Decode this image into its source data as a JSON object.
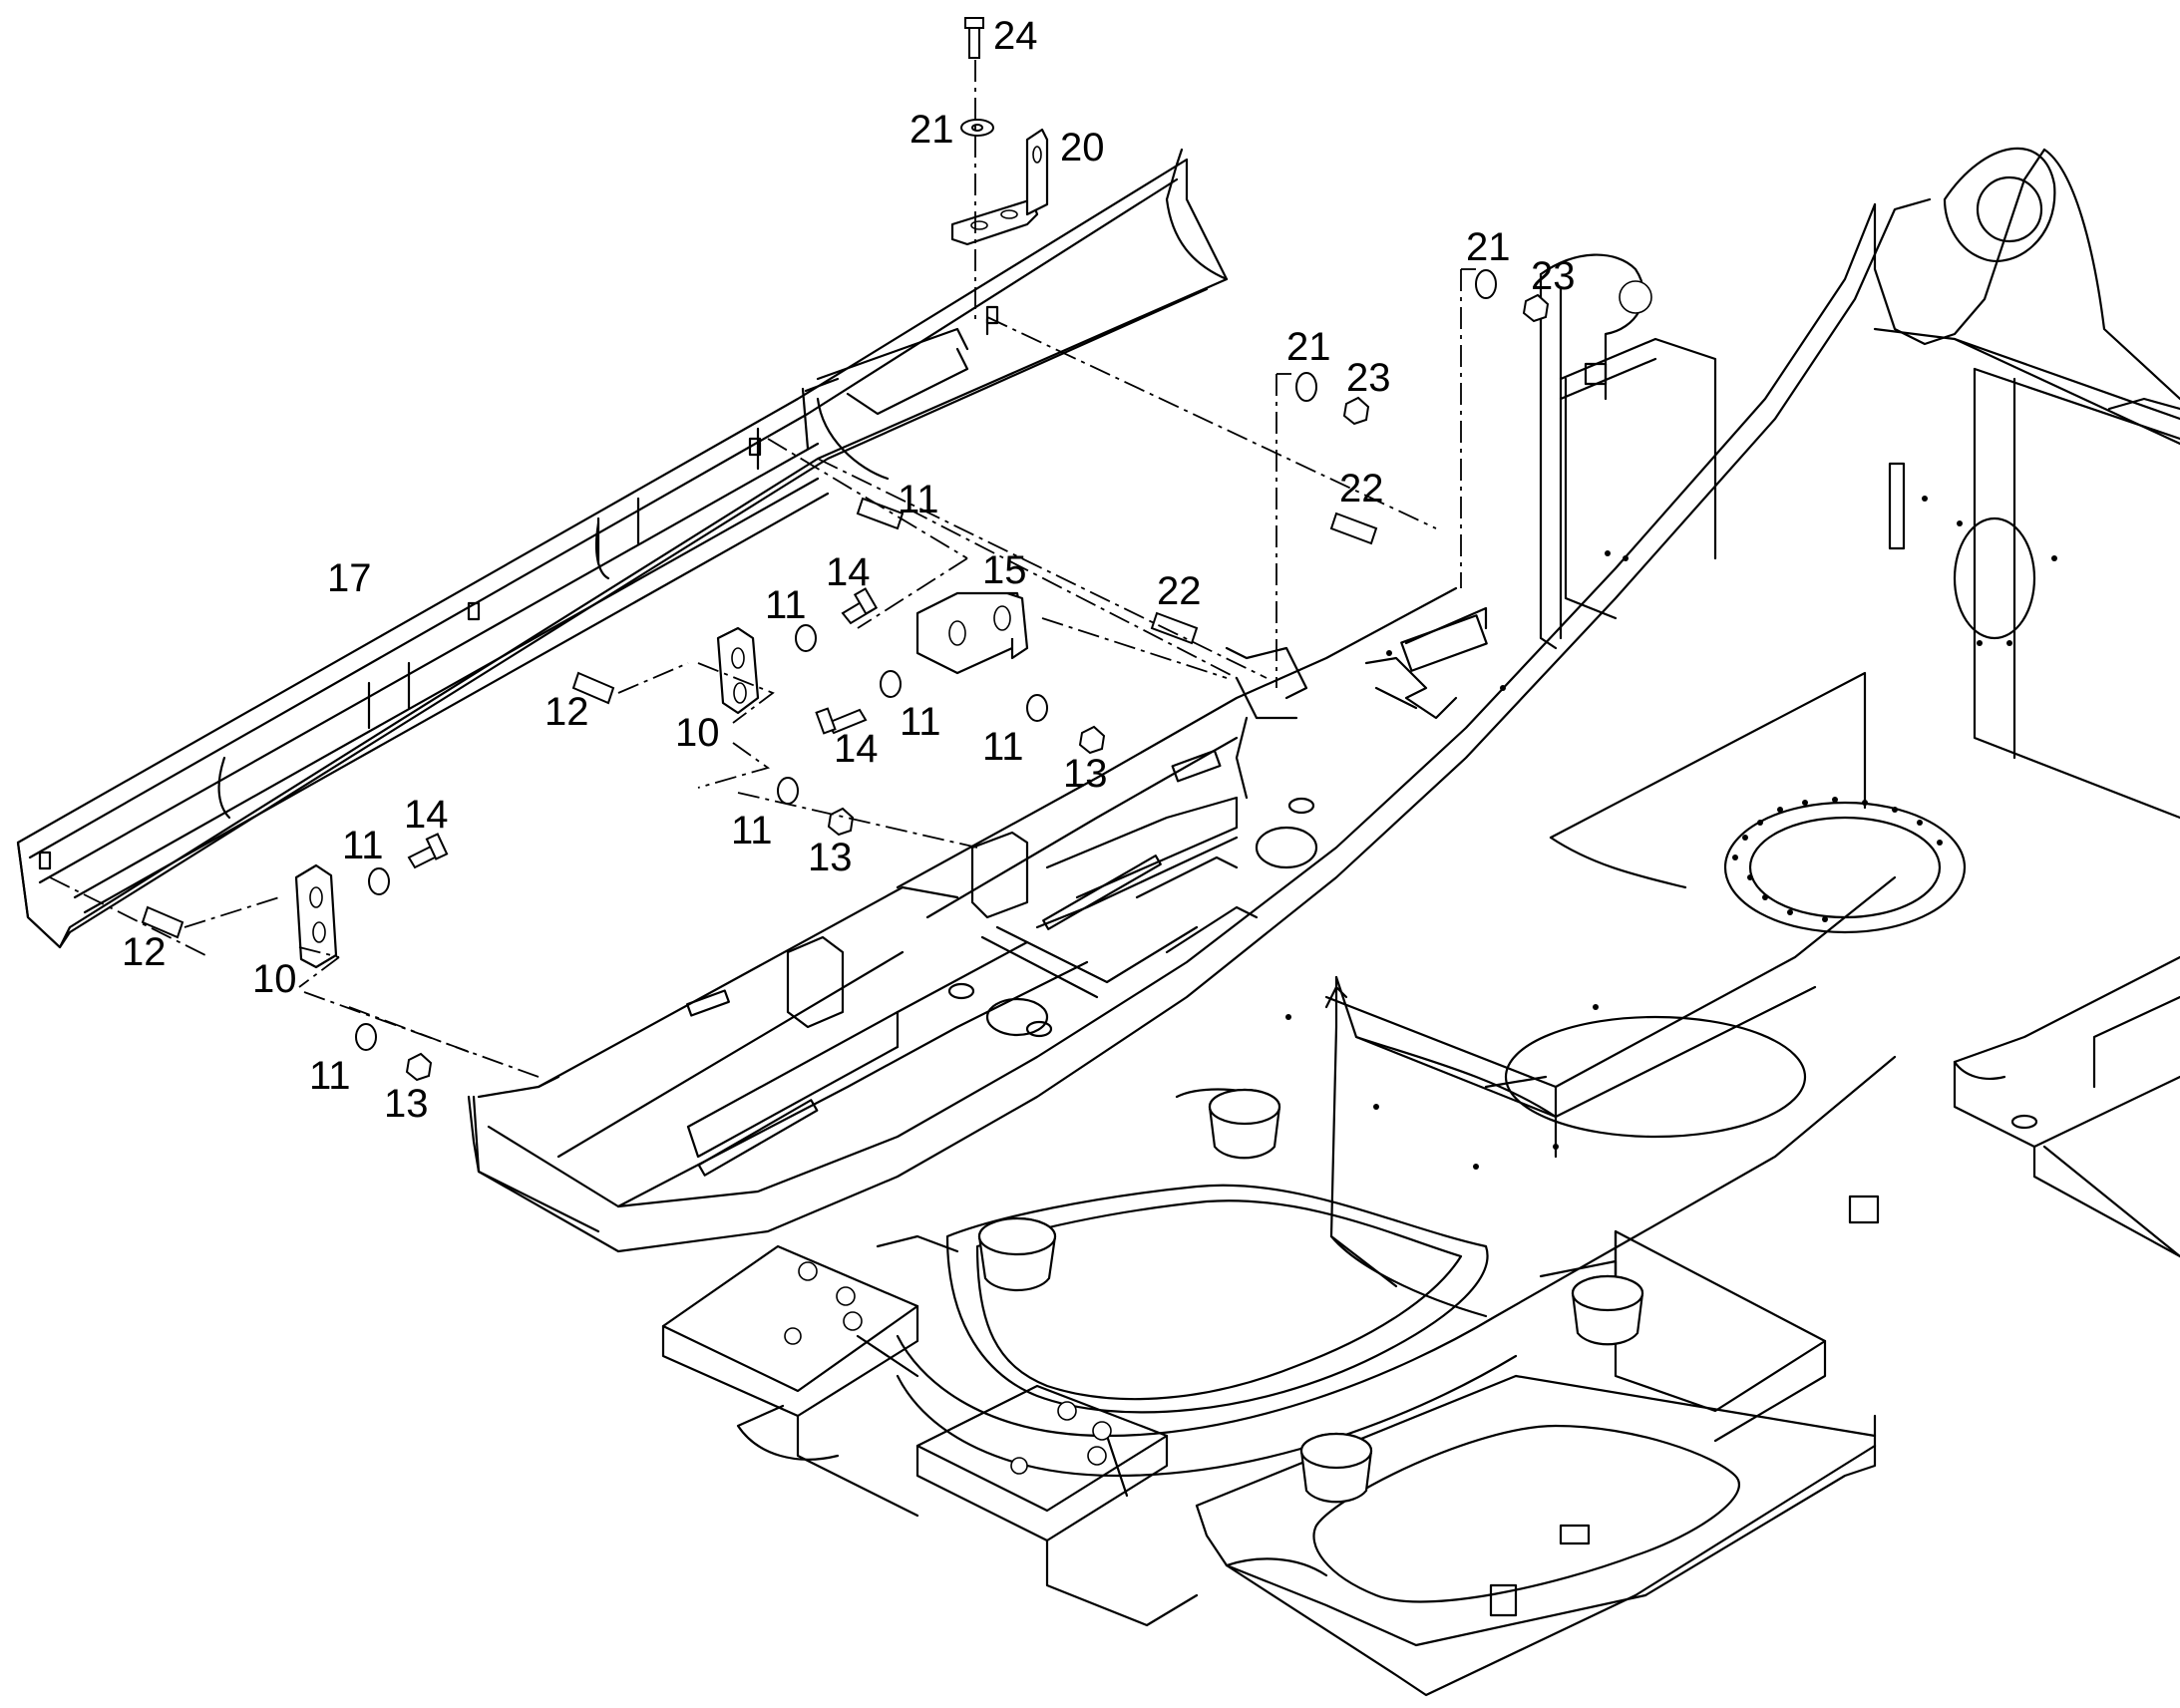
{
  "callouts": [
    {
      "id": "c24",
      "label": "24"
    },
    {
      "id": "c21a",
      "label": "21"
    },
    {
      "id": "c20",
      "label": "20"
    },
    {
      "id": "c21b",
      "label": "21"
    },
    {
      "id": "c23a",
      "label": "23"
    },
    {
      "id": "c21c",
      "label": "21"
    },
    {
      "id": "c23b",
      "label": "23"
    },
    {
      "id": "c22a",
      "label": "22"
    },
    {
      "id": "c11a",
      "label": "11"
    },
    {
      "id": "c17",
      "label": "17"
    },
    {
      "id": "c14a",
      "label": "14"
    },
    {
      "id": "c15",
      "label": "15"
    },
    {
      "id": "c11b",
      "label": "11"
    },
    {
      "id": "c22b",
      "label": "22"
    },
    {
      "id": "c12a",
      "label": "12"
    },
    {
      "id": "c10a",
      "label": "10"
    },
    {
      "id": "c11c",
      "label": "11"
    },
    {
      "id": "c14b",
      "label": "14"
    },
    {
      "id": "c11d",
      "label": "11"
    },
    {
      "id": "c13a",
      "label": "13"
    },
    {
      "id": "c11e",
      "label": "11"
    },
    {
      "id": "c13b",
      "label": "13"
    },
    {
      "id": "c11f",
      "label": "11"
    },
    {
      "id": "c14c",
      "label": "14"
    },
    {
      "id": "c12b",
      "label": "12"
    },
    {
      "id": "c10b",
      "label": "10"
    },
    {
      "id": "c11g",
      "label": "11"
    },
    {
      "id": "c13c",
      "label": "13"
    }
  ]
}
